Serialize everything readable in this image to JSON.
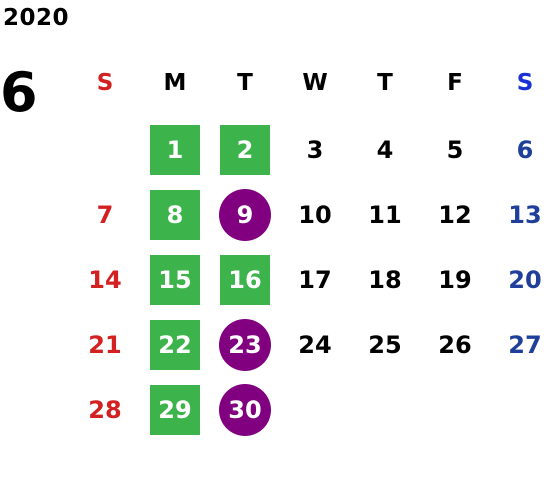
{
  "year": "2020",
  "month": "6",
  "weekdays": [
    {
      "label": "S",
      "type": "sun"
    },
    {
      "label": "M",
      "type": ""
    },
    {
      "label": "T",
      "type": ""
    },
    {
      "label": "W",
      "type": ""
    },
    {
      "label": "T",
      "type": ""
    },
    {
      "label": "F",
      "type": ""
    },
    {
      "label": "S",
      "type": "sat"
    }
  ],
  "weeks": [
    [
      {
        "day": "",
        "type": "sun",
        "mark": ""
      },
      {
        "day": "1",
        "type": "",
        "mark": "green"
      },
      {
        "day": "2",
        "type": "",
        "mark": "green"
      },
      {
        "day": "3",
        "type": "",
        "mark": ""
      },
      {
        "day": "4",
        "type": "",
        "mark": ""
      },
      {
        "day": "5",
        "type": "",
        "mark": ""
      },
      {
        "day": "6",
        "type": "sat",
        "mark": ""
      }
    ],
    [
      {
        "day": "7",
        "type": "sun",
        "mark": ""
      },
      {
        "day": "8",
        "type": "",
        "mark": "green"
      },
      {
        "day": "9",
        "type": "",
        "mark": "purple"
      },
      {
        "day": "10",
        "type": "",
        "mark": ""
      },
      {
        "day": "11",
        "type": "",
        "mark": ""
      },
      {
        "day": "12",
        "type": "",
        "mark": ""
      },
      {
        "day": "13",
        "type": "sat",
        "mark": ""
      }
    ],
    [
      {
        "day": "14",
        "type": "sun",
        "mark": ""
      },
      {
        "day": "15",
        "type": "",
        "mark": "green"
      },
      {
        "day": "16",
        "type": "",
        "mark": "green"
      },
      {
        "day": "17",
        "type": "",
        "mark": ""
      },
      {
        "day": "18",
        "type": "",
        "mark": ""
      },
      {
        "day": "19",
        "type": "",
        "mark": ""
      },
      {
        "day": "20",
        "type": "sat",
        "mark": ""
      }
    ],
    [
      {
        "day": "21",
        "type": "sun",
        "mark": ""
      },
      {
        "day": "22",
        "type": "",
        "mark": "green"
      },
      {
        "day": "23",
        "type": "",
        "mark": "purple"
      },
      {
        "day": "24",
        "type": "",
        "mark": ""
      },
      {
        "day": "25",
        "type": "",
        "mark": ""
      },
      {
        "day": "26",
        "type": "",
        "mark": ""
      },
      {
        "day": "27",
        "type": "sat",
        "mark": ""
      }
    ],
    [
      {
        "day": "28",
        "type": "sun",
        "mark": ""
      },
      {
        "day": "29",
        "type": "",
        "mark": "green"
      },
      {
        "day": "30",
        "type": "",
        "mark": "purple"
      },
      {
        "day": "",
        "type": "",
        "mark": ""
      },
      {
        "day": "",
        "type": "",
        "mark": ""
      },
      {
        "day": "",
        "type": "",
        "mark": ""
      },
      {
        "day": "",
        "type": "sat",
        "mark": ""
      }
    ]
  ],
  "colors": {
    "sunday": "#d32020",
    "saturday": "#1f3f9a",
    "saturday_header": "#1a2fd6",
    "green_mark": "#3cb44b",
    "purple_mark": "#800080"
  }
}
